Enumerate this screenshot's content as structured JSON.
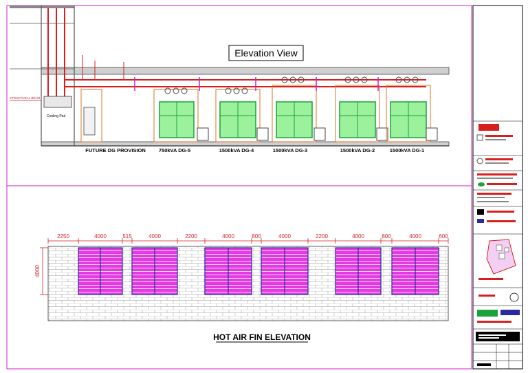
{
  "drawing": {
    "elevation_title": "Elevation View",
    "louver_title": "HOT AIR FIN ELEVATION",
    "gen_labels": [
      "FUTURE DG PROVISION",
      "750kVA DG-5",
      "1500kVA DG-4",
      "1500kVA DG-3",
      "1500kVA DG-2",
      "1500kVA DG-1"
    ],
    "side_labels": {
      "cooling_pad": "Cooling Pad",
      "structural_beam": "STRUCTURAL BEAM",
      "louver_height": "4000"
    },
    "louver_dimensions": [
      "2250",
      "4000",
      "515",
      "4000",
      "2200",
      "4000",
      "800",
      "4000",
      "2200",
      "4000",
      "800",
      "4000",
      "600"
    ]
  },
  "title_block": {
    "accent_color": "#d91e1e",
    "green_color": "#1aa33a",
    "magenta_color": "#d11cd1"
  }
}
